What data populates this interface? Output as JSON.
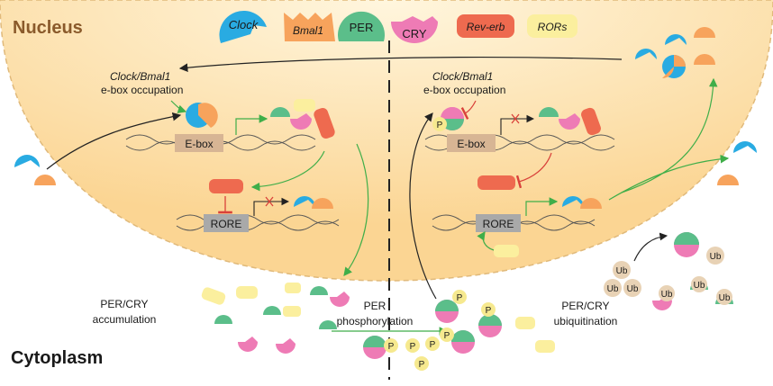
{
  "regions": {
    "nucleus": "Nucleus",
    "cytoplasm": "Cytoplasm"
  },
  "legend": [
    {
      "label": "Clock",
      "color": "#29ABE2",
      "italic": true
    },
    {
      "label": "Bmal1",
      "color": "#F7A35C",
      "italic": true
    },
    {
      "label": "PER",
      "color": "#5BBE8A",
      "italic": false
    },
    {
      "label": "CRY",
      "color": "#EE7BB5",
      "italic": false
    },
    {
      "label": "Rev-erb",
      "color": "#EE6A4F",
      "italic": true
    },
    {
      "label": "RORs",
      "color": "#FBEF9E",
      "italic": true
    }
  ],
  "left": {
    "occupation_l1": "Clock/Bmal1",
    "occupation_l2": "e-box occupation",
    "ebox": "E-box",
    "rore": "RORE",
    "accum_l1": "PER/CRY",
    "accum_l2": "accumulation"
  },
  "right": {
    "occupation_l1": "Clock/Bmal1",
    "occupation_l2": "e-box occupation",
    "ebox": "E-box",
    "rore": "RORE",
    "phospho_l1": "PER",
    "phospho_l2": "phosphorylation",
    "ubiq_l1": "PER/CRY",
    "ubiq_l2": "ubiquitination"
  },
  "marks": {
    "p": "P",
    "ub": "Ub"
  },
  "colors": {
    "nucleus_edge": "#E0B97A",
    "nucleus_fill": "#FBD99A",
    "dna": "#555555",
    "ebox_box": "#D7B594",
    "rore_box": "#A9A9A9",
    "green_arrow": "#3FAE49",
    "red_inhibit": "#D9413A",
    "black_arrow": "#222222",
    "p_circle": "#F6E98F",
    "ub_circle": "#E8D2B5"
  }
}
